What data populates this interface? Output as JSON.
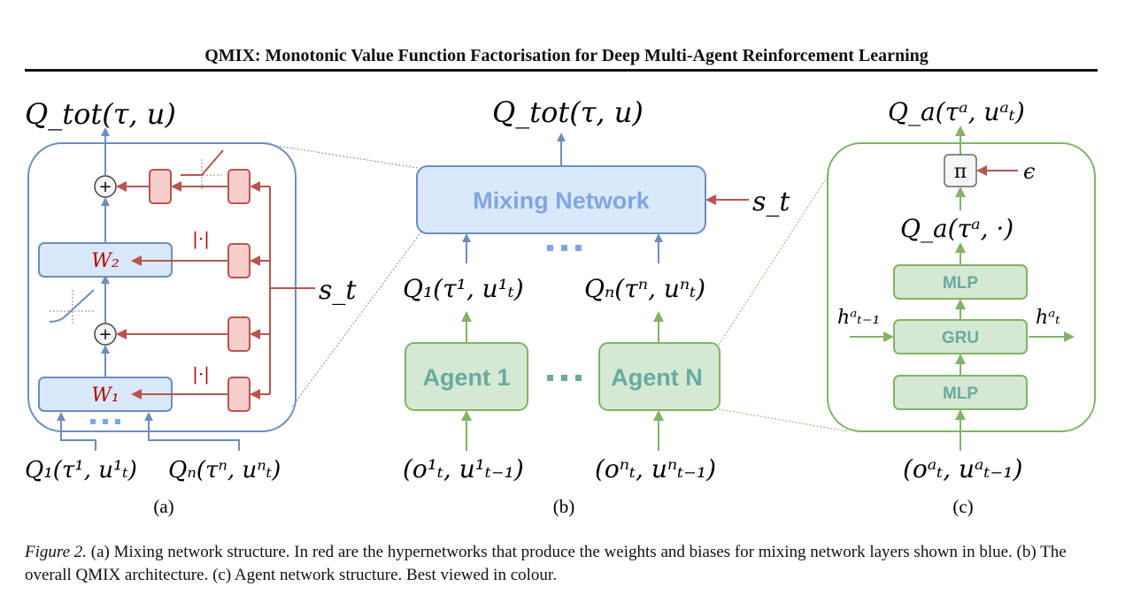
{
  "header": {
    "title": "QMIX: Monotonic Value Function Factorisation for Deep Multi-Agent Reinforcement Learning"
  },
  "colors": {
    "blue_stroke": "#6c8ebf",
    "blue_fill": "#dae8fc",
    "blue_text": "#7ea6e0",
    "red_stroke": "#b85450",
    "red_fill": "#f8cecc",
    "red_text": "#b20000",
    "green_stroke": "#82b366",
    "green_fill": "#d5e8d4",
    "green_text": "#67ab9f",
    "gray_stroke": "#666666",
    "gray_fill": "#f5f5f5"
  },
  "panel_a": {
    "output_label": "Q_tot(τ, u)",
    "w1_label": "W₁",
    "w2_label": "W₂",
    "abs_label": "|·|",
    "state_label": "s_t",
    "plus_symbol": "+",
    "input_labels": [
      "Q₁(τ¹, u¹ₜ)",
      "Qₙ(τⁿ, uⁿₜ)"
    ],
    "subfigure_label": "(a)"
  },
  "panel_b": {
    "output_label": "Q_tot(τ, u)",
    "mixing_label": "Mixing Network",
    "state_label": "s_t",
    "q_labels": [
      "Q₁(τ¹, u¹ₜ)",
      "Qₙ(τⁿ, uⁿₜ)"
    ],
    "agent_labels": [
      "Agent 1",
      "Agent N"
    ],
    "input_labels": [
      "(o¹ₜ, u¹ₜ₋₁)",
      "(oⁿₜ, uⁿₜ₋₁)"
    ],
    "subfigure_label": "(b)"
  },
  "panel_c": {
    "output_label": "Q_a(τᵃ, uᵃₜ)",
    "pi_label": "π",
    "epsilon_label": "ϵ",
    "q_all_label": "Q_a(τᵃ, ·)",
    "layers": [
      "MLP",
      "GRU",
      "MLP"
    ],
    "hidden_in_label": "hᵃₜ₋₁",
    "hidden_out_label": "hᵃₜ",
    "input_label": "(oᵃₜ, uᵃₜ₋₁)",
    "subfigure_label": "(c)"
  },
  "caption": {
    "figure_label": "Figure 2.",
    "text": " (a) Mixing network structure. In red are the hypernetworks that produce the weights and biases for mixing network layers shown in blue. (b) The overall QMIX architecture. (c) Agent network structure. Best viewed in colour."
  }
}
